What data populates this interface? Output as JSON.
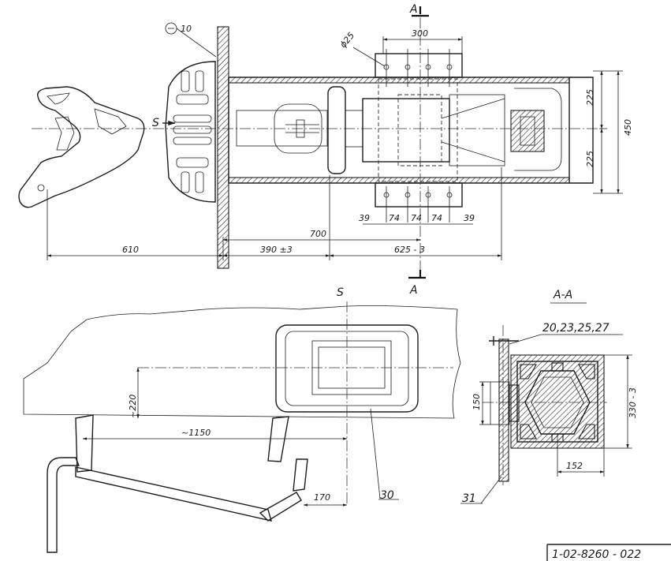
{
  "drawing": {
    "plan_view": {
      "section_marker": "A",
      "section_marker_bottom": "A",
      "axis_label": "S",
      "weld_symbol_value": "10",
      "hole_diameter": "ϕ25",
      "dims": {
        "top_width": "300",
        "right_total": "450",
        "right_upper": "225",
        "right_lower": "225",
        "bolt_edge_left": "39",
        "bolt_pitch_1": "74",
        "bolt_pitch_2": "74",
        "bolt_pitch_3": "74",
        "bolt_edge_right": "39",
        "d700": "700",
        "d610": "610",
        "d390": "390 ±3",
        "d625": "625 - 3"
      }
    },
    "side_view": {
      "axis_label": "S",
      "dim_height": "~220",
      "dim_span": "~1150",
      "dim_offset": "170",
      "callout": "30"
    },
    "section_view": {
      "title": "A-A",
      "parts_callout": "20,23,25,27",
      "callout_31": "31",
      "dim_left": "150",
      "dim_right": "330 - 3",
      "dim_bottom": "152"
    },
    "drawing_number": "1-02-8260 - 022"
  }
}
